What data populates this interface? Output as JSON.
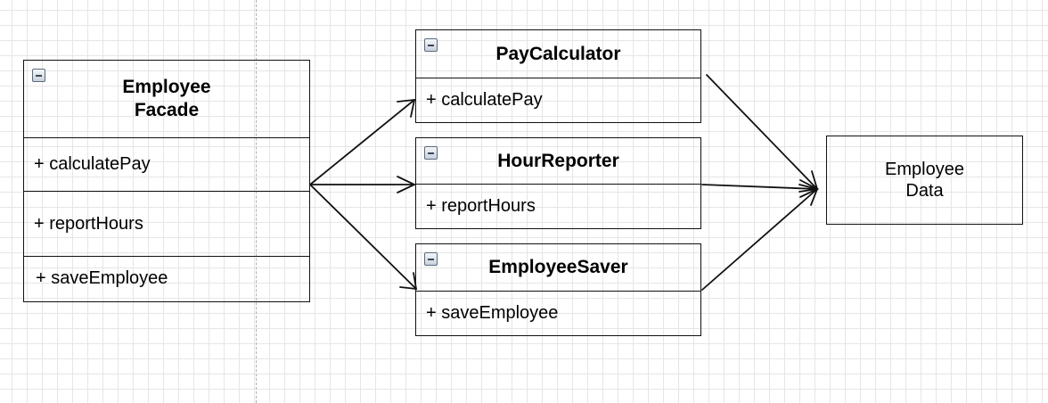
{
  "facade": {
    "title_line1": "Employee",
    "title_line2": "Facade",
    "methods": [
      "+ calculatePay",
      "+ reportHours",
      "+ saveEmployee"
    ]
  },
  "pay_calculator": {
    "title": "PayCalculator",
    "method": "+ calculatePay"
  },
  "hour_reporter": {
    "title": "HourReporter",
    "method": "+ reportHours"
  },
  "employee_saver": {
    "title": "EmployeeSaver",
    "method": "+ saveEmployee"
  },
  "employee_data": {
    "label": "Employee\nData"
  },
  "colors": {
    "stroke": "#111111",
    "grid": "#e6e6e6",
    "guide": "#b0b0b0"
  },
  "icons": [
    "collapse-icon"
  ]
}
